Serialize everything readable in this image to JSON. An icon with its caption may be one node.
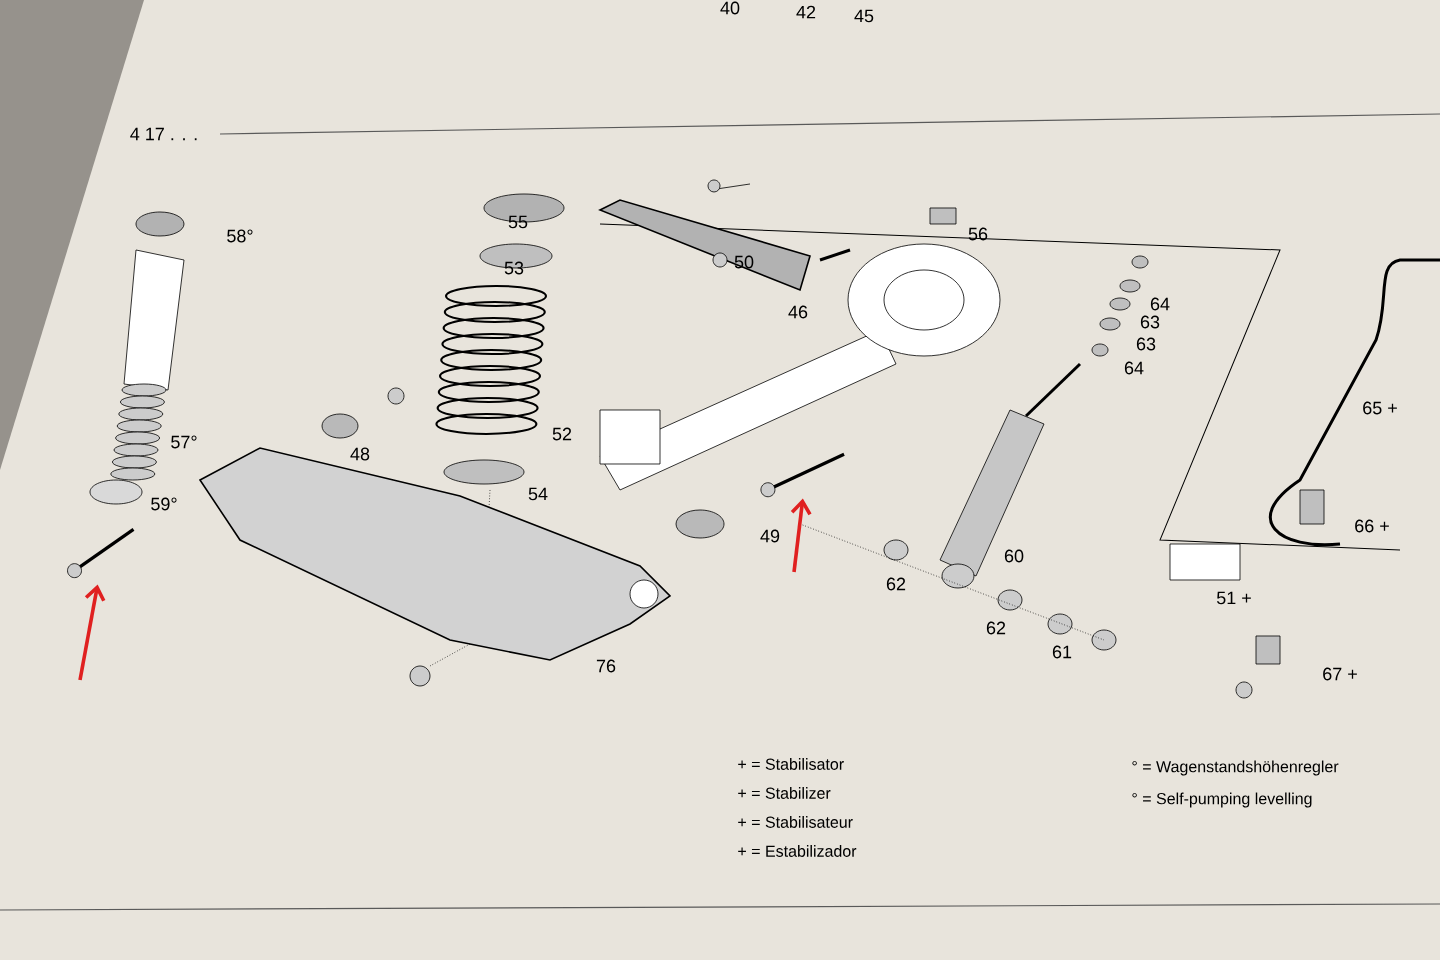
{
  "diagram": {
    "nodes": [
      {
        "text": [],
        "shape": "picture"
      },
      {
        "text": [],
        "shape": "picture"
      }
    ],
    "edges": [
      {
        "from": null,
        "to": 0,
        "arrow": "to"
      },
      {
        "from": null,
        "to": 1,
        "arrow": "to"
      }
    ],
    "labels": [
      "40",
      "42",
      "45",
      "4 17 . . .",
      "58°",
      "55",
      "53",
      "50",
      "56",
      "46",
      "64",
      "63",
      "63",
      "64",
      "65 +",
      "57°",
      "48",
      "52",
      "54",
      "59°",
      "49",
      "60",
      "66 +",
      "62",
      "51 +",
      "62",
      "61",
      "67 +",
      "76",
      "+ = Stabilisator",
      "+ = Stabilizer",
      "+ = Stabilisateur",
      "+ = Estabilizador",
      "° = Wagenstandshöhenregler",
      "° = Self-pumping levelling"
    ]
  }
}
